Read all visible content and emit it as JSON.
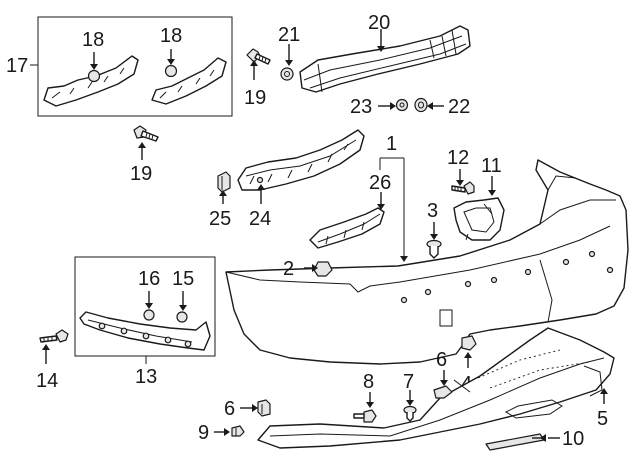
{
  "callouts": {
    "c1": "1",
    "c2": "2",
    "c3": "3",
    "c4": "4",
    "c5": "5",
    "c6a": "6",
    "c6b": "6",
    "c7": "7",
    "c8": "8",
    "c9": "9",
    "c10": "10",
    "c11": "11",
    "c12": "12",
    "c13": "13",
    "c14": "14",
    "c15": "15",
    "c16": "16",
    "c17": "17",
    "c18a": "18",
    "c18b": "18",
    "c19a": "19",
    "c19b": "19",
    "c20": "20",
    "c21": "21",
    "c22": "22",
    "c23": "23",
    "c24": "24",
    "c25": "25",
    "c26": "26"
  }
}
